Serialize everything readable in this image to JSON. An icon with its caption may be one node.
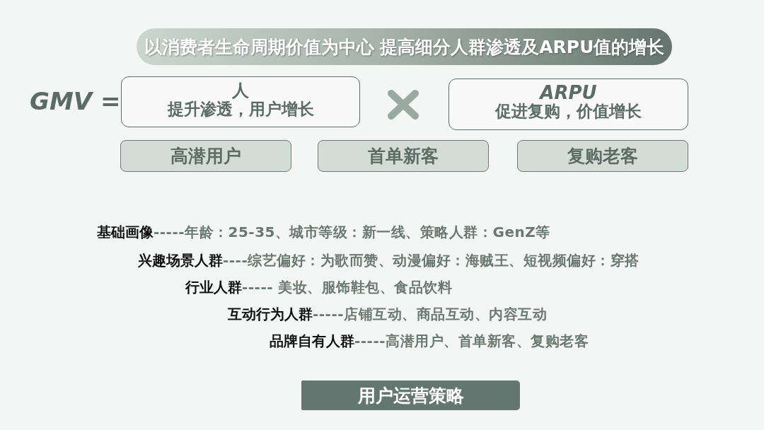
{
  "diagram": {
    "title": "以消费者生命周期价值为中心 提高细分人群渗透及ARPU值的增长",
    "nodes": [
      {
        "text": [
          "人",
          "提升渗透，用户增长"
        ]
      },
      {
        "text": [
          "ARPU",
          "促进复购，价值增长"
        ]
      },
      {
        "text": [
          "高潜用户"
        ]
      },
      {
        "text": [
          "首单新客"
        ]
      },
      {
        "text": [
          "复购老客"
        ]
      },
      {
        "text": [
          "用户运营策略"
        ]
      }
    ],
    "labels": [
      "GMV =",
      "基础画像",
      "-----年龄：25-35、城市等级：新一线、策略人群：GenZ等",
      "兴趣场景人群",
      "----综艺偏好：为歌而赞、动漫偏好：海贼王、短视频偏好：穿搭",
      "行业人群",
      "----- 美妆、服饰鞋包、食品饮料",
      "互动行为人群",
      "-----店铺互动、商品互动、内容互动",
      "品牌自有人群",
      "-----高潜用户、首单新客、复购老客"
    ]
  }
}
